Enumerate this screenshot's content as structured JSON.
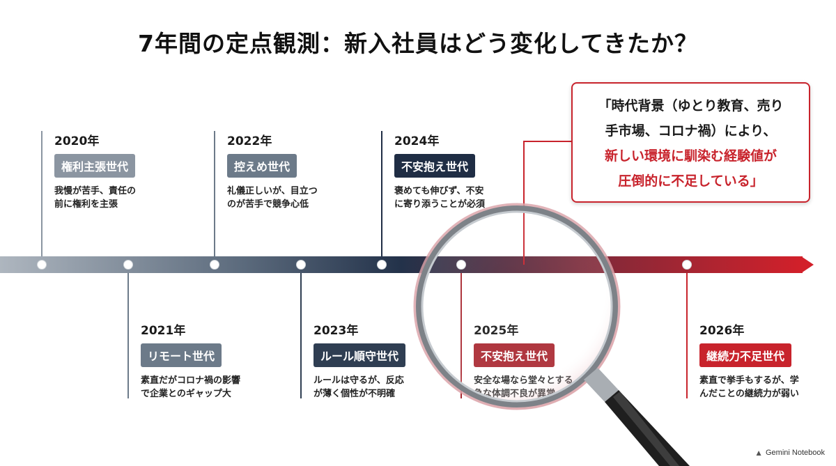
{
  "title": "7年間の定点観測：新入社員はどう変化してきたか？",
  "timeline_items": [
    {
      "year": "2020年",
      "label": "権利主張世代",
      "desc_1": "我慢が苦手、責任の",
      "desc_2": "前に権利を主張",
      "color": "#8b95a1",
      "position": "top"
    },
    {
      "year": "2021年",
      "label": "リモート世代",
      "desc_1": "素直だがコロナ禍の影響",
      "desc_2": "で企業とのギャップ大",
      "color": "#6c7a89",
      "position": "bottom"
    },
    {
      "year": "2022年",
      "label": "控えめ世代",
      "desc_1": "礼儀正しいが、目立つ",
      "desc_2": "のが苦手で競争心低",
      "color": "#6c7a89",
      "position": "top"
    },
    {
      "year": "2023年",
      "label": "ルール順守世代",
      "desc_1": "ルールは守るが、反応",
      "desc_2": "が薄く個性が不明確",
      "color": "#2f3e52",
      "position": "bottom"
    },
    {
      "year": "2024年",
      "label": "不安抱え世代",
      "desc_1": "褒めても伸びず、不安",
      "desc_2": "に寄り添うことが必須",
      "color": "#1f2d44",
      "position": "top"
    },
    {
      "year": "2025年",
      "label": "不安抱え世代",
      "desc_1": "安全な場なら堂々とする",
      "desc_2": "急な体調不良が異常",
      "color": "#a8252e",
      "position": "bottom"
    },
    {
      "year": "2026年",
      "label": "継続力不足世代",
      "desc_1": "素直で挙手もするが、学",
      "desc_2": "んだことの継続力が弱い",
      "color": "#c8232c",
      "position": "bottom"
    }
  ],
  "callout": {
    "line_1": "「時代背景（ゆとり教育、売り",
    "line_2": "手市場、コロナ禍）により、",
    "line_3": "新しい環境に馴染む経験値が",
    "line_4": "圧倒的に不足している」"
  },
  "colors": {
    "accent_red": "#c8232c",
    "navy": "#1f2d44",
    "gray": "#8b95a1"
  },
  "icons": [
    "magnifying-glass-icon",
    "gemini-notebook-logo-icon"
  ],
  "watermark": "Gemini Notebook"
}
